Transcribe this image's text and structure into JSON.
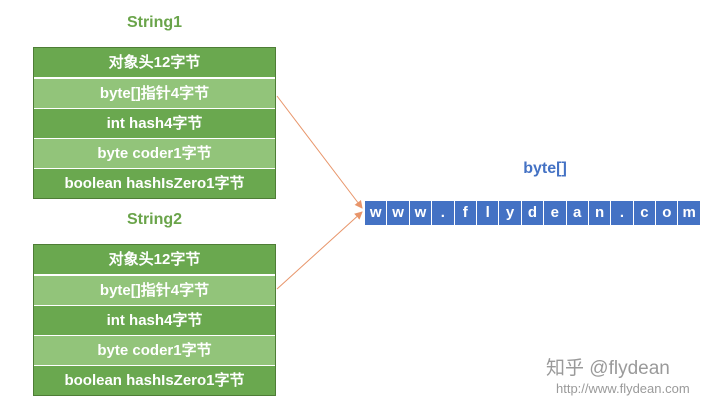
{
  "objects": [
    {
      "title": "String1",
      "fields": [
        "对象头12字节",
        "byte[]指针4字节",
        "int hash4字节",
        "byte coder1字节",
        "boolean hashIsZero1字节"
      ]
    },
    {
      "title": "String2",
      "fields": [
        "对象头12字节",
        "byte[]指针4字节",
        "int hash4字节",
        "byte coder1字节",
        "boolean hashIsZero1字节"
      ]
    }
  ],
  "array": {
    "title": "byte[]",
    "cells": [
      "w",
      "w",
      "w",
      ".",
      "f",
      "l",
      "y",
      "d",
      "e",
      "a",
      "n",
      ".",
      "c",
      "o",
      "m"
    ]
  },
  "watermark": {
    "main": "知乎 @flydean",
    "url": "http://www.flydean.com"
  },
  "colors": {
    "field_dark": "#6aa84f",
    "field_light": "#92c47a",
    "object_title": "#6aa44a",
    "array_cell": "#4472c4",
    "arrow": "#e8956a"
  }
}
